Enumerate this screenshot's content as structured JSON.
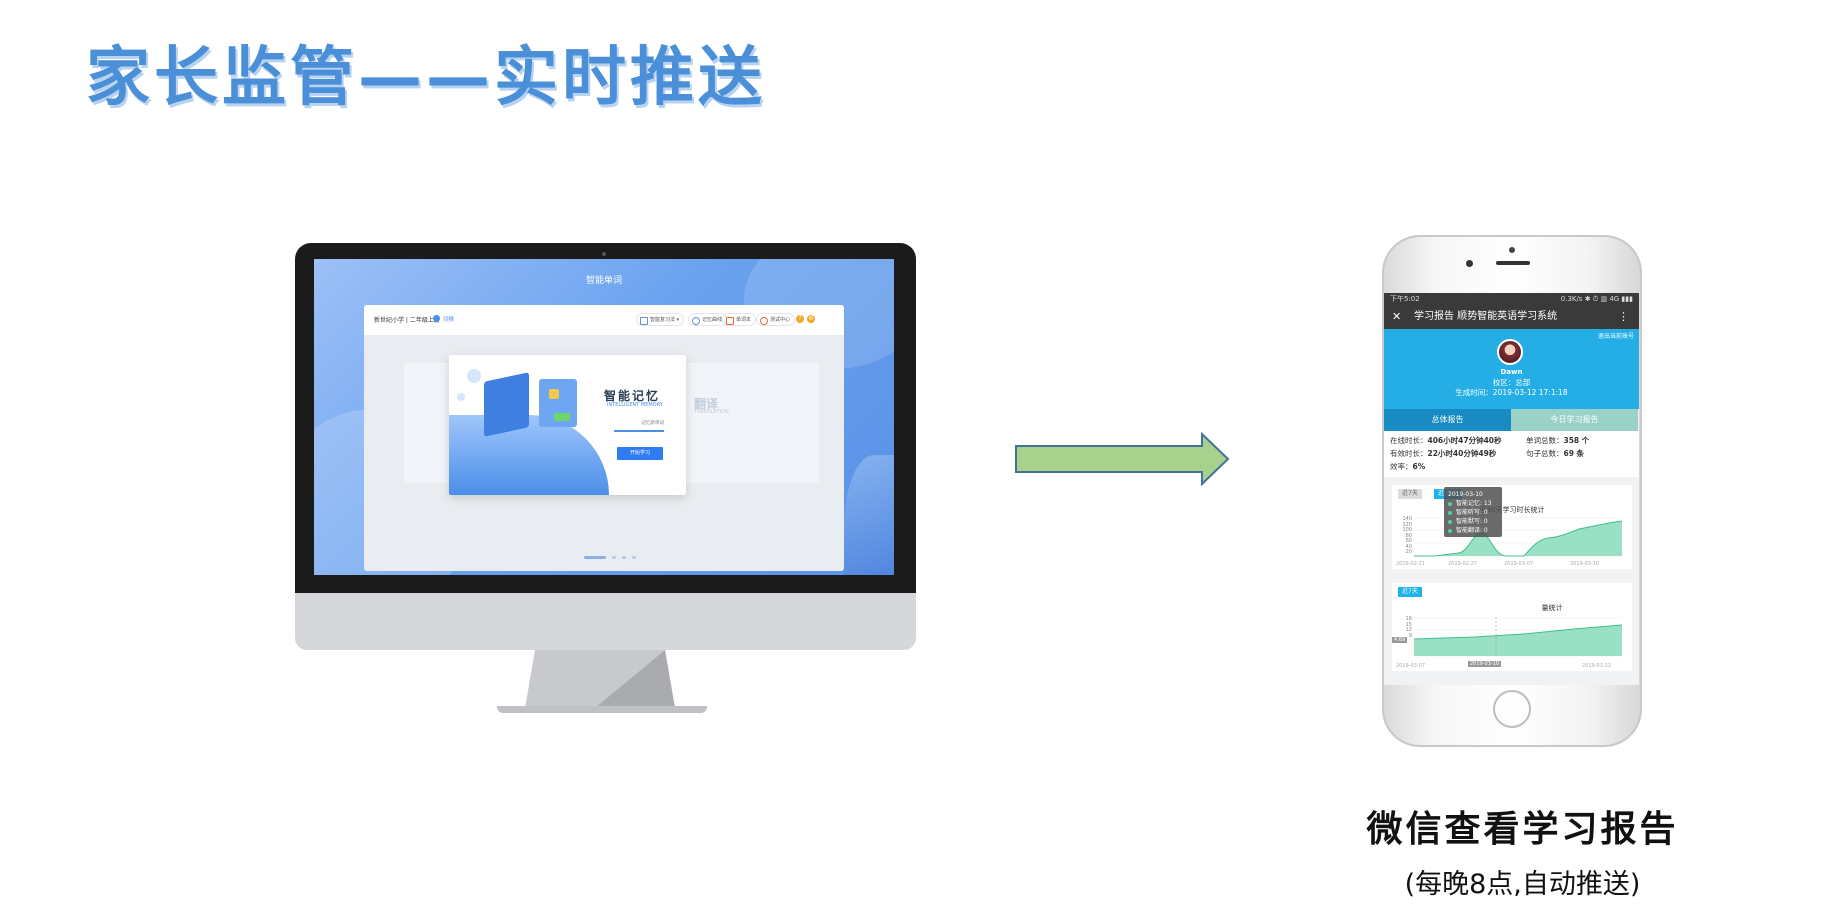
{
  "slide": {
    "title": "家长监管——实时推送",
    "caption": "微信查看学习报告",
    "caption_sub": "(每晚8点,自动推送)"
  },
  "colors": {
    "title_blue": "#4a8fd8",
    "arrow_fill": "#a9d18e",
    "arrow_stroke": "#41719c",
    "report_blue": "#25aee6",
    "chart_green": "#7fd8b6"
  },
  "desktop_app": {
    "screen_title": "智能单词",
    "school": "新世纪小学 | 二年级上册",
    "switch": "切换",
    "header_buttons": [
      "智能复习法",
      "记忆曲线",
      "单词本",
      "测试中心"
    ],
    "card_title": "智能记忆",
    "card_subtitle": "INTELLIGENT MEMORY",
    "card_input": "记忆新单词",
    "card_button": "开始学习",
    "right_card_title": "翻译",
    "right_card_subtitle": "TRANSLATION",
    "prev_icon": "chevron-left-icon",
    "next_icon": "chevron-right-icon"
  },
  "phone": {
    "status_time": "下午5:02",
    "status_right": "0.3K/s ✱ ⏱ ▥ 4G ▮▮▮",
    "wechat_title": "学习报告 顺势智能英语学习系统",
    "close_icon": "close-icon",
    "more_icon": "more-vertical-icon",
    "logout": "退出当前账号",
    "user_name": "Dawn",
    "campus": "校区：总部",
    "gen_time": "生成时间：2019-03-12 17:1:18",
    "tabs": [
      "总体报告",
      "今日学习报告"
    ],
    "stats": {
      "online_label": "在线时长：",
      "online_value": "406小时47分钟40秒",
      "words_label": "单词总数：",
      "words_value": "358 个",
      "effective_label": "有效时长：",
      "effective_value": "22小时40分钟49秒",
      "sentences_label": "句子总数：",
      "sentences_value": "69 条",
      "efficiency_label": "效率：",
      "efficiency_value": "6%"
    },
    "chart1": {
      "tab_a": "近7天",
      "tab_b": "近30天",
      "title": "近30天学习时长统计",
      "yticks": [
        "140",
        "120",
        "100",
        "80",
        "60",
        "40",
        "20"
      ],
      "xticks": [
        "2019-02-21",
        "2019-02-27",
        "2019-03-07",
        "2019-03-10"
      ]
    },
    "chart2": {
      "tab_a": "近7天",
      "title": "量统计",
      "yticks": [
        "18",
        "15",
        "12",
        "9"
      ],
      "xticks": [
        "2019-03-07",
        "2019-03-12"
      ],
      "y_cursor": "4.69",
      "x_cursor": "2019-03-10"
    },
    "tooltip": {
      "date": "2019-03-10",
      "lines": [
        "智能记忆: 13",
        "智能听写: 0",
        "智能默写: 0",
        "智能翻译: 0"
      ]
    }
  }
}
